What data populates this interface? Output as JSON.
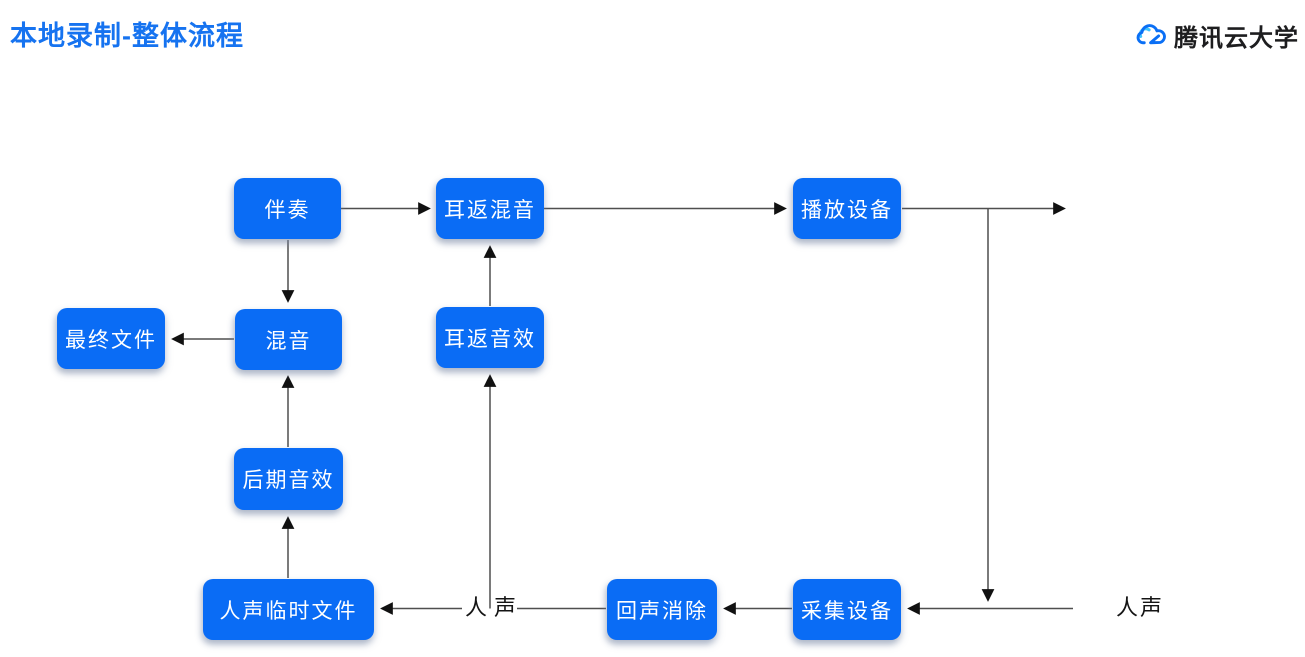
{
  "header": {
    "title": "本地录制-整体流程",
    "brand": "腾讯云大学",
    "brand_icon": "tencent-cloud-icon"
  },
  "colors": {
    "node_blue": "#0a6cf5",
    "title_blue": "#1673f0",
    "connector_gray": "#4f4f4f",
    "brand_cloud_light": "#3ec3ff",
    "brand_cloud_dark": "#0a6ff5"
  },
  "nodes": [
    {
      "id": "accompaniment",
      "label": "伴奏"
    },
    {
      "id": "ear-monitor-mix",
      "label": "耳返混音"
    },
    {
      "id": "playback-device",
      "label": "播放设备"
    },
    {
      "id": "final-file",
      "label": "最终文件"
    },
    {
      "id": "mixing",
      "label": "混音"
    },
    {
      "id": "ear-monitor-effect",
      "label": "耳返音效"
    },
    {
      "id": "post-effect",
      "label": "后期音效"
    },
    {
      "id": "vocal-temp-file",
      "label": "人声临时文件"
    },
    {
      "id": "echo-cancellation",
      "label": "回声消除"
    },
    {
      "id": "capture-device",
      "label": "采集设备"
    }
  ],
  "edge_labels": {
    "vocal_left": "人声",
    "vocal_right": "人声"
  },
  "edges": [
    "伴奏 → 耳返混音",
    "耳返混音 → 播放设备",
    "播放设备 → 输出(右)",
    "播放设备输出 ↓ 人声线",
    "伴奏 → 混音",
    "混音 → 最终文件",
    "耳返音效 → 耳返混音",
    "后期音效 → 混音",
    "人声临时文件 → 后期音效",
    "采集设备 → 回声消除",
    "回声消除 → 人声临时文件",
    "人声(右) → 采集设备",
    "人声 ↑ 耳返音效"
  ]
}
